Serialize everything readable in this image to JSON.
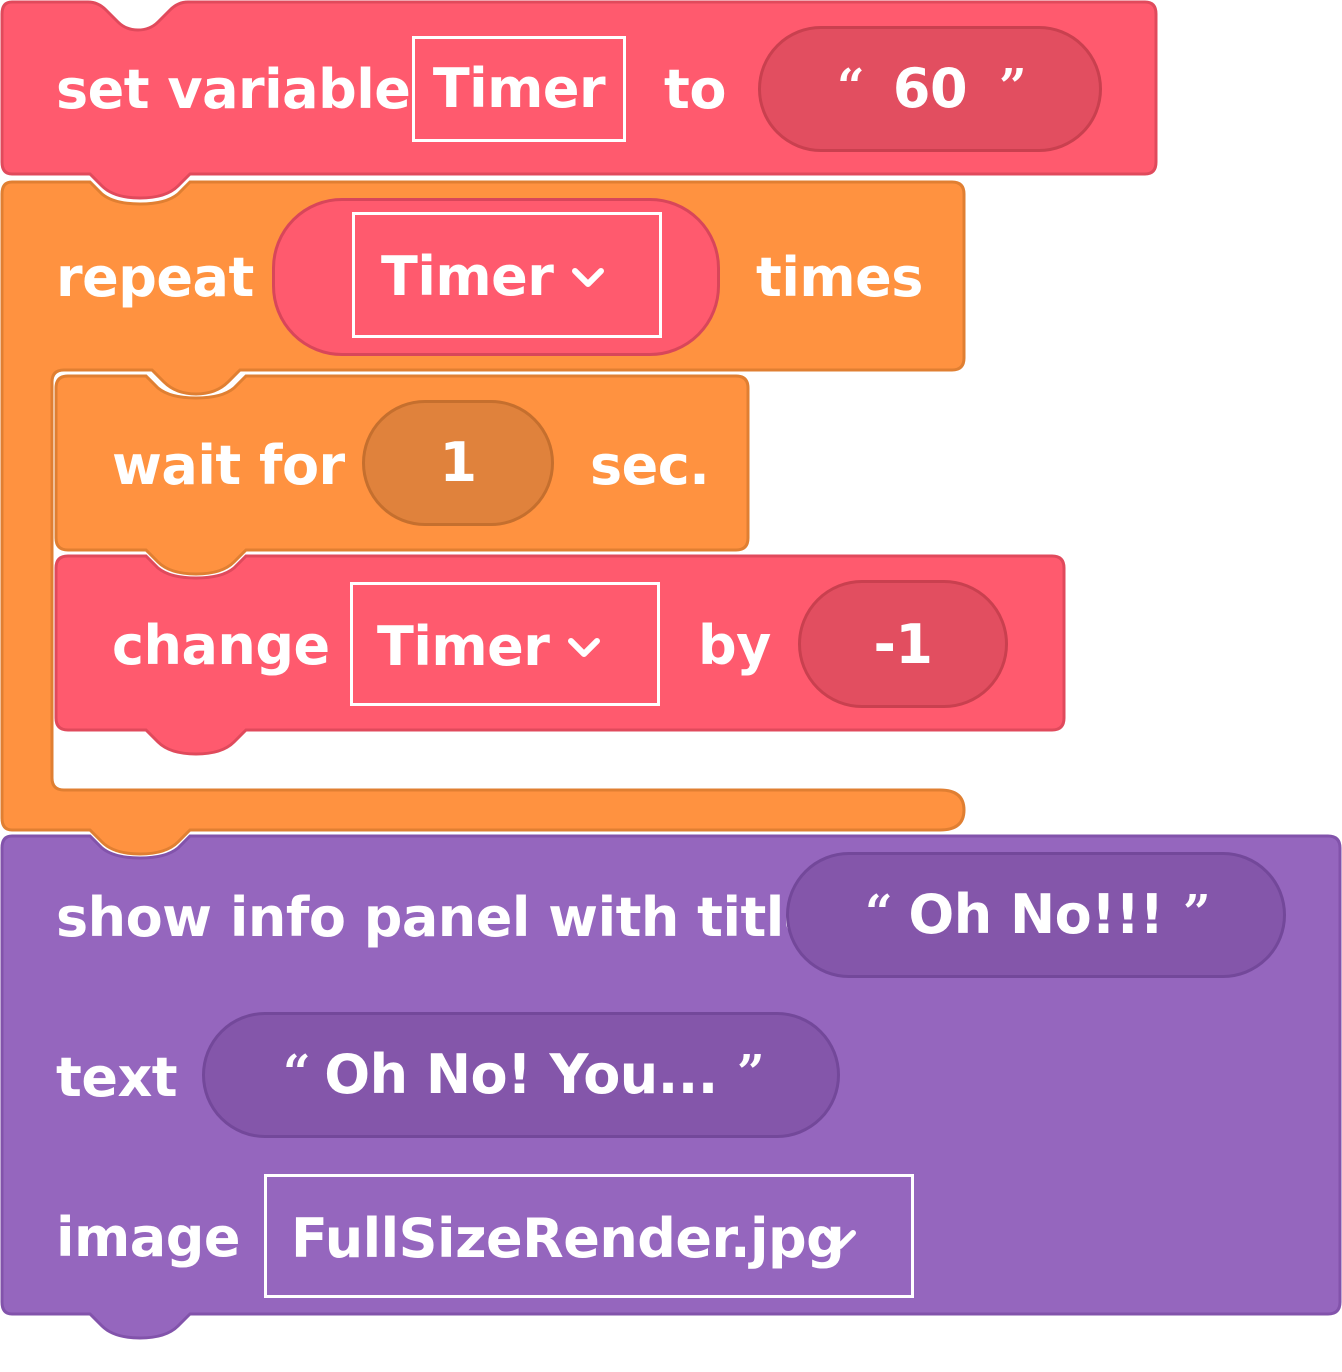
{
  "colors": {
    "variables": "#ff5a6e",
    "control": "#ff9240",
    "ui": "#9566be"
  },
  "blocks": {
    "set_variable": {
      "label": "set variable",
      "variable": "Timer",
      "to_label": "to",
      "value": "60",
      "open_quote": "“",
      "close_quote": "”"
    },
    "repeat": {
      "label": "repeat",
      "variable": "Timer",
      "times_label": "times"
    },
    "wait": {
      "label": "wait for",
      "value": "1",
      "unit": "sec."
    },
    "change": {
      "label": "change",
      "variable": "Timer",
      "by_label": "by",
      "value": "-1"
    },
    "show_info": {
      "label": "show info panel with title",
      "title_value": "Oh No!!!",
      "text_label": "text",
      "text_value": "Oh No! You...",
      "image_label": "image",
      "image_value": "FullSizeRender.jpg",
      "open_quote": "“",
      "close_quote": "”"
    }
  },
  "icons": {
    "dropdown": "chevron-down-icon"
  }
}
